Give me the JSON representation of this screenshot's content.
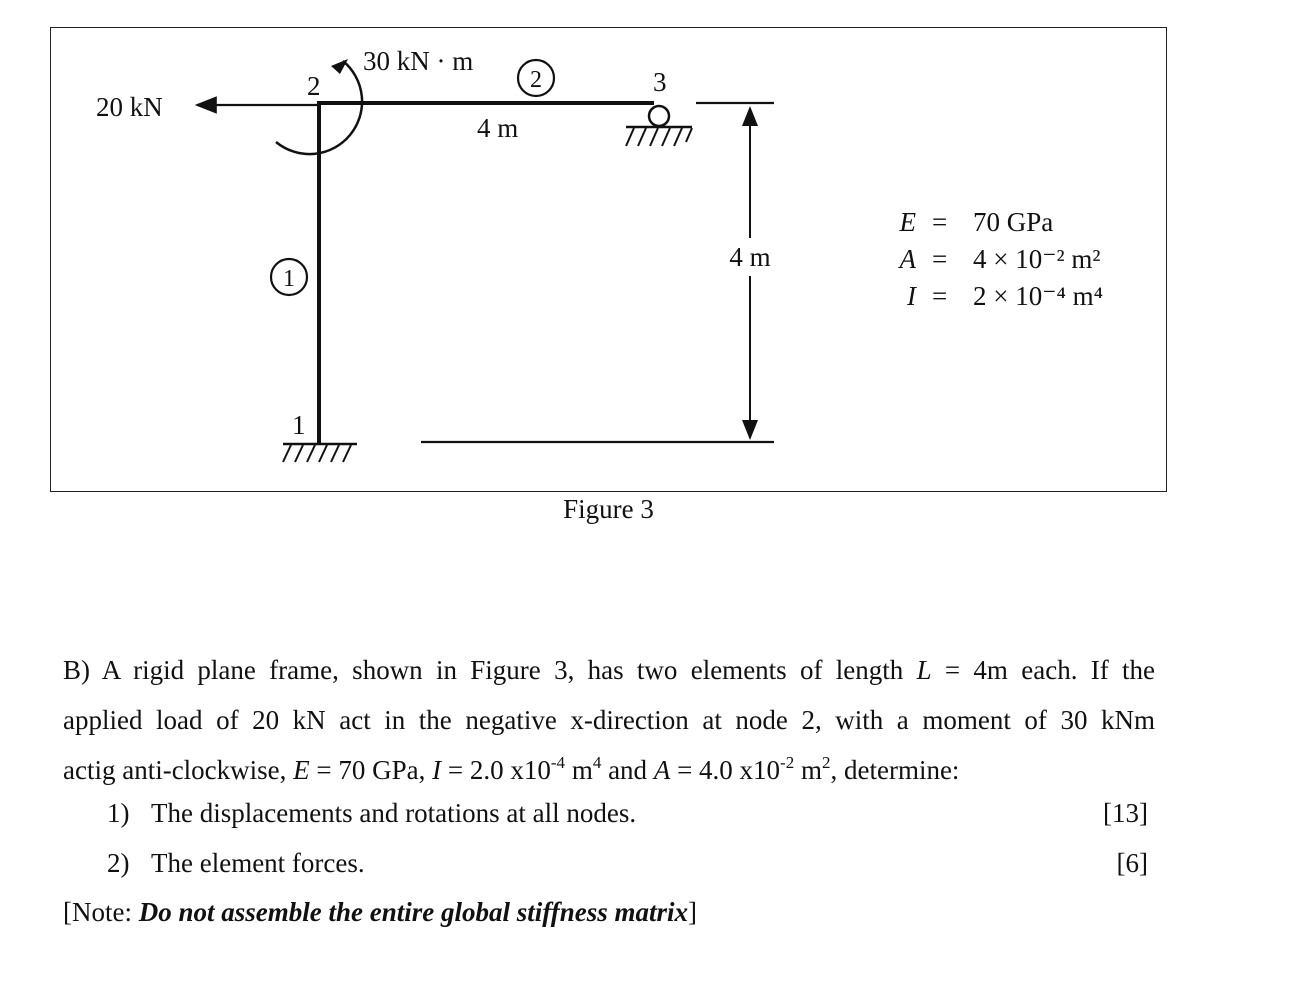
{
  "figure": {
    "load_force": "20 kN",
    "load_moment": "30 kN · m",
    "node_labels": [
      "1",
      "2",
      "3"
    ],
    "element_labels": [
      "1",
      "2"
    ],
    "beam_length": "4 m",
    "column_height": "4 m",
    "properties": [
      {
        "symbol": "E",
        "value": "70 GPa"
      },
      {
        "symbol": "A",
        "value": "4 × 10⁻² m²"
      },
      {
        "symbol": "I",
        "value": "2 × 10⁻⁴ m⁴"
      }
    ],
    "caption": "Figure 3"
  },
  "question": {
    "line1": "B) A rigid plane frame, shown in Figure 3, has two elements of length",
    "L_sym": "L",
    "line1_end": " = 4m each. If the",
    "line2": "applied load of 20 kN act in the negative x-direction at node 2, with a moment of 30 kNm",
    "line3_a": "actig anti-clockwise,",
    "E_sym": "E",
    "line3_b": " = 70 GPa,",
    "I_sym": "I",
    "line3_c": " = 2.0 x10",
    "exp_i": "-4",
    "unit_m": " m",
    "exp_m4": "4",
    "line3_d": " and",
    "A_sym": "A",
    "line3_e": " = 4.0 x10",
    "exp_a": "-2",
    "exp_m2": "2",
    "line3_f": ", determine:",
    "items": [
      {
        "number": "1)",
        "text": "The displacements and rotations at all nodes.",
        "marks": "[13]"
      },
      {
        "number": "2)",
        "text": "The element forces.",
        "marks": "[6]"
      }
    ],
    "note_prefix": "[Note: ",
    "note_emphasis": "Do not assemble the entire global stiffness matrix",
    "note_suffix": "]"
  }
}
